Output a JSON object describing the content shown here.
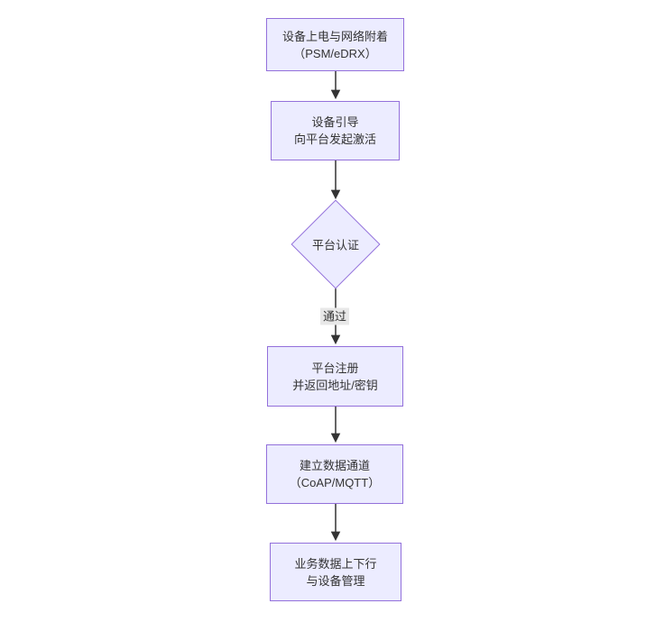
{
  "diagram": {
    "type": "flowchart",
    "direction": "top-down",
    "colors": {
      "background": "#ffffff",
      "node_fill": "#ECECFF",
      "node_border": "#9370DB",
      "text": "#333333",
      "arrow": "#333333",
      "edge_label_bg": "#e8e8e8"
    },
    "nodes": [
      {
        "id": "power-attach",
        "shape": "rect",
        "lines": [
          "设备上电与网络附着",
          "（PSM/eDRX）"
        ]
      },
      {
        "id": "bootstrap",
        "shape": "rect",
        "lines": [
          "设备引导",
          "向平台发起激活"
        ]
      },
      {
        "id": "platform-auth",
        "shape": "diamond",
        "lines": [
          "平台认证"
        ]
      },
      {
        "id": "platform-register",
        "shape": "rect",
        "lines": [
          "平台注册",
          "并返回地址/密钥"
        ]
      },
      {
        "id": "data-channel",
        "shape": "rect",
        "lines": [
          "建立数据通道",
          "（CoAP/MQTT）"
        ]
      },
      {
        "id": "business-data",
        "shape": "rect",
        "lines": [
          "业务数据上下行",
          "与设备管理"
        ]
      }
    ],
    "edges": [
      {
        "from": "power-attach",
        "to": "bootstrap",
        "label": ""
      },
      {
        "from": "bootstrap",
        "to": "platform-auth",
        "label": ""
      },
      {
        "from": "platform-auth",
        "to": "platform-register",
        "label": "通过"
      },
      {
        "from": "platform-register",
        "to": "data-channel",
        "label": ""
      },
      {
        "from": "data-channel",
        "to": "business-data",
        "label": ""
      }
    ]
  }
}
